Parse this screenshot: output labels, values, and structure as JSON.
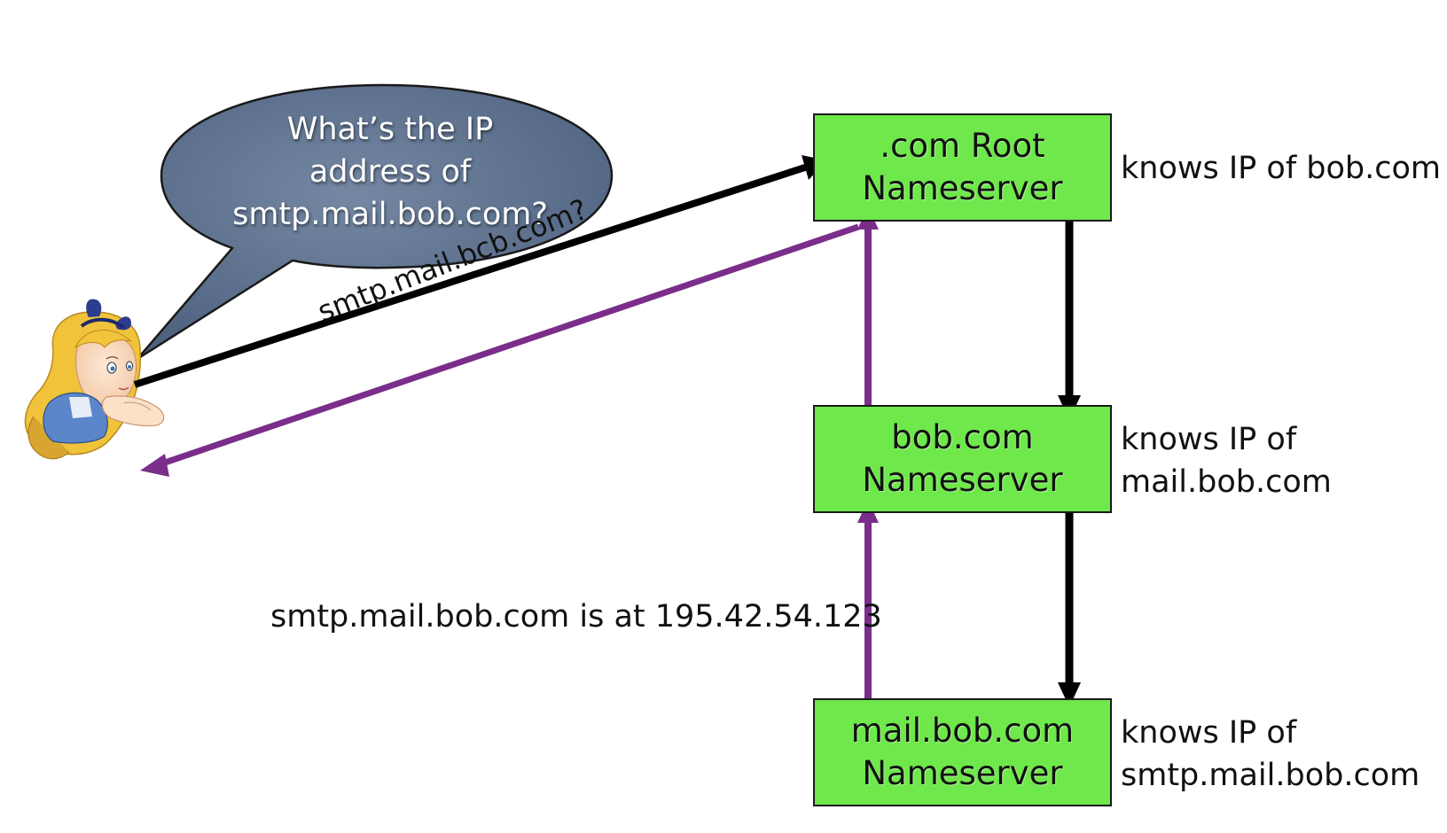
{
  "speech_bubble": {
    "lines": [
      "What’s the IP",
      "address of",
      "smtp.mail.bob.com?"
    ]
  },
  "nameservers": [
    {
      "line1": ".com Root",
      "line2": "Nameserver",
      "note": [
        "knows IP of bob.com"
      ]
    },
    {
      "line1": "bob.com",
      "line2": "Nameserver",
      "note": [
        "knows IP of",
        "mail.bob.com"
      ]
    },
    {
      "line1": "mail.bob.com",
      "line2": "Nameserver",
      "note": [
        "knows IP of",
        "smtp.mail.bob.com"
      ]
    }
  ],
  "query_label": "smtp.mail.bcb.com?",
  "answer_label": "smtp.mail.bob.com is at 195.42.54.123",
  "colors": {
    "box_fill": "#6ee84a",
    "query_arrow": "#000000",
    "response_arrow": "#7a2e8a",
    "bubble_fill": "#5b6f8a"
  }
}
